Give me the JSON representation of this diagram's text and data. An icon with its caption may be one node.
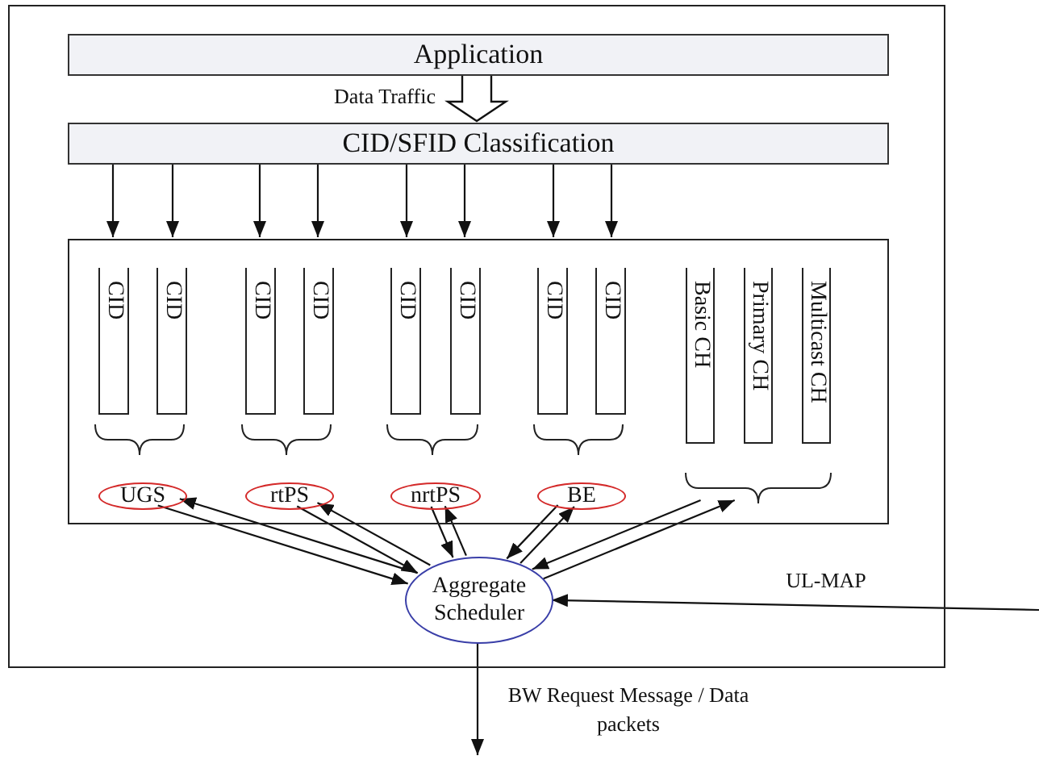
{
  "diagram": {
    "nodes": [
      {
        "text": [],
        "shape": "box"
      },
      {
        "text": [
          "Application"
        ],
        "in": 0
      },
      {
        "text": [
          "CID/SFID Classification"
        ],
        "in": 0
      },
      {
        "text": [],
        "shape": "box",
        "in": 0
      },
      {
        "text": [
          "CID"
        ],
        "in": 3
      },
      {
        "text": [
          "CID"
        ],
        "in": 3
      },
      {
        "text": [
          "CID"
        ],
        "in": 3
      },
      {
        "text": [
          "CID"
        ],
        "in": 3
      },
      {
        "text": [
          "CID"
        ],
        "in": 3
      },
      {
        "text": [
          "CID"
        ],
        "in": 3
      },
      {
        "text": [
          "CID"
        ],
        "in": 3
      },
      {
        "text": [
          "CID"
        ],
        "in": 3
      },
      {
        "text": [
          "Basic CH"
        ],
        "in": 3
      },
      {
        "text": [
          "Primary CH"
        ],
        "in": 3
      },
      {
        "text": [
          "Multicast CH"
        ],
        "in": 3
      },
      {
        "text": [
          "UGS"
        ],
        "in": 3
      },
      {
        "text": [
          "rtPS"
        ],
        "in": 3
      },
      {
        "text": [
          "nrtPS"
        ],
        "in": 3
      },
      {
        "text": [
          "BE"
        ],
        "in": 3
      },
      {
        "text": [],
        "shape": "brace",
        "in": 3
      },
      {
        "text": [
          "Aggregate Scheduler"
        ],
        "in": 0
      }
    ],
    "edges": [
      {
        "from": 1,
        "to": 2,
        "arrow": "to",
        "label": "Data Traffic",
        "style": "thick"
      },
      {
        "from": 2,
        "to": 3,
        "arrow": "to"
      },
      {
        "from": 2,
        "to": 3,
        "arrow": "to"
      },
      {
        "from": 2,
        "to": 3,
        "arrow": "to"
      },
      {
        "from": 2,
        "to": 3,
        "arrow": "to"
      },
      {
        "from": 2,
        "to": 3,
        "arrow": "to"
      },
      {
        "from": 2,
        "to": 3,
        "arrow": "to"
      },
      {
        "from": 2,
        "to": 3,
        "arrow": "to"
      },
      {
        "from": 2,
        "to": 3,
        "arrow": "to"
      },
      {
        "from": 20,
        "to": 15,
        "arrow": "to"
      },
      {
        "from": 15,
        "to": 20,
        "arrow": "to"
      },
      {
        "from": 20,
        "to": 16,
        "arrow": "to"
      },
      {
        "from": 16,
        "to": 20,
        "arrow": "to"
      },
      {
        "from": 20,
        "to": 17,
        "arrow": "to"
      },
      {
        "from": 17,
        "to": 20,
        "arrow": "to"
      },
      {
        "from": 20,
        "to": 18,
        "arrow": "to"
      },
      {
        "from": 18,
        "to": 20,
        "arrow": "to"
      },
      {
        "from": 20,
        "to": 19,
        "arrow": "to"
      },
      {
        "from": 19,
        "to": 20,
        "arrow": "to"
      },
      {
        "from": null,
        "to": 20,
        "arrow": "to",
        "label": "UL-MAP"
      },
      {
        "from": 20,
        "to": null,
        "arrow": "to",
        "label": "BW Request Message / Data packets"
      }
    ]
  }
}
